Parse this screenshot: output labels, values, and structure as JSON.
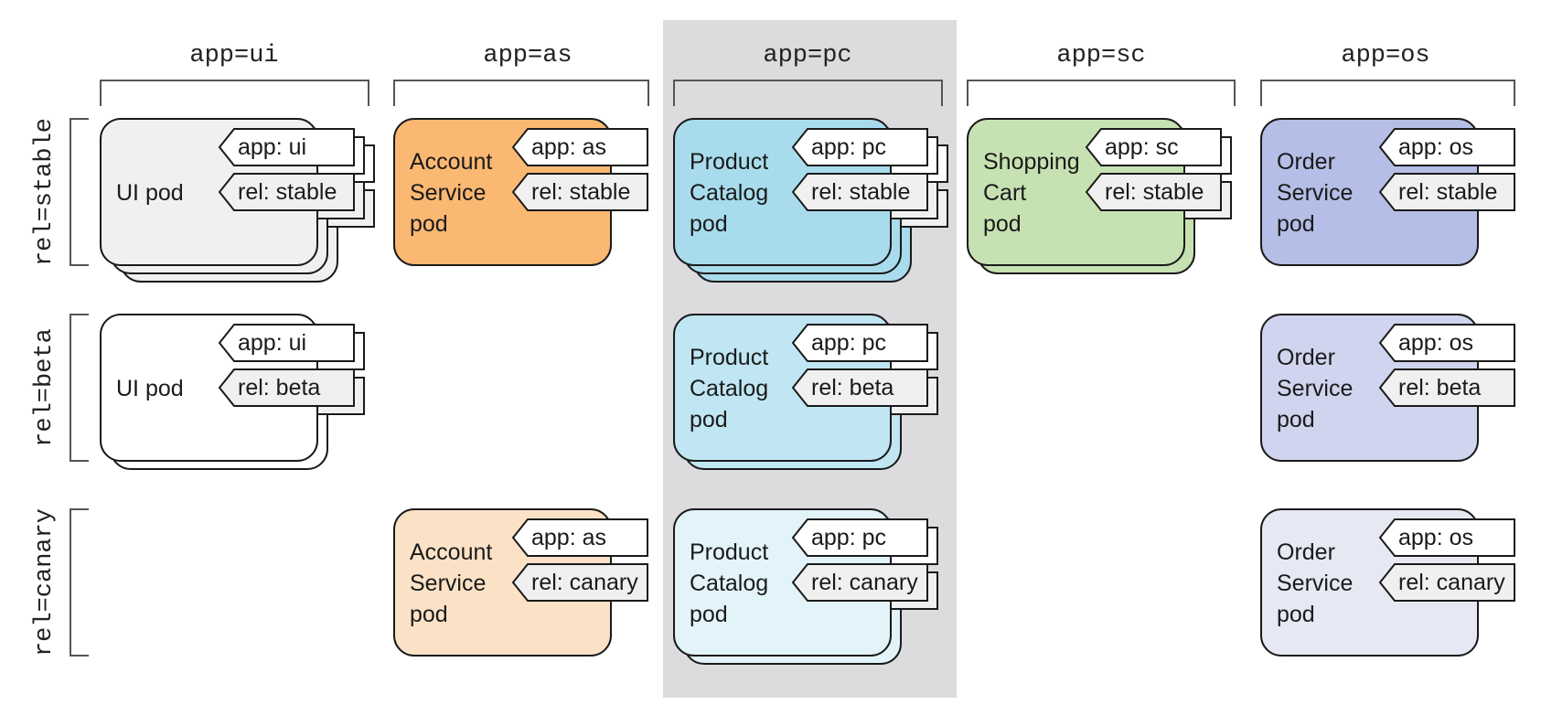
{
  "columns": [
    {
      "label": "app=ui",
      "highlight": false
    },
    {
      "label": "app=as",
      "highlight": false
    },
    {
      "label": "app=pc",
      "highlight": true
    },
    {
      "label": "app=sc",
      "highlight": false
    },
    {
      "label": "app=os",
      "highlight": false
    }
  ],
  "rows": [
    {
      "label": "rel=stable"
    },
    {
      "label": "rel=beta"
    },
    {
      "label": "rel=canary"
    }
  ],
  "colors": {
    "highlight_band": "#dcdcde",
    "ui": "#f0f0f0",
    "ui_beta": "#ffffff",
    "as_stable": "#fbb872",
    "as_canary": "#fbe2c6",
    "pc_stable": "#a8dcec",
    "pc_beta": "#bfe6f2",
    "pc_canary": "#e2f3fa",
    "sc_stable": "#c6e2b2",
    "os_stable": "#b4bee6",
    "os_beta": "#d0d4ee",
    "os_canary": "#e6e8f4",
    "tag_app": "#ffffff",
    "tag_rel": "#f0f0f0"
  },
  "pods": [
    {
      "id": "ui-stable",
      "col": 0,
      "row": 0,
      "lines": [
        "UI pod"
      ],
      "app_tag": "app: ui",
      "rel_tag": "rel: stable",
      "replicas": 3,
      "color": "ui"
    },
    {
      "id": "as-stable",
      "col": 1,
      "row": 0,
      "lines": [
        "Account",
        "Service",
        "pod"
      ],
      "app_tag": "app: as",
      "rel_tag": "rel: stable",
      "replicas": 1,
      "color": "as_stable"
    },
    {
      "id": "pc-stable",
      "col": 2,
      "row": 0,
      "lines": [
        "Product",
        "Catalog",
        "pod"
      ],
      "app_tag": "app: pc",
      "rel_tag": "rel: stable",
      "replicas": 3,
      "color": "pc_stable"
    },
    {
      "id": "sc-stable",
      "col": 3,
      "row": 0,
      "lines": [
        "Shopping",
        "Cart",
        "pod"
      ],
      "app_tag": "app: sc",
      "rel_tag": "rel: stable",
      "replicas": 2,
      "color": "sc_stable"
    },
    {
      "id": "os-stable",
      "col": 4,
      "row": 0,
      "lines": [
        "Order",
        "Service",
        "pod"
      ],
      "app_tag": "app: os",
      "rel_tag": "rel: stable",
      "replicas": 1,
      "color": "os_stable"
    },
    {
      "id": "ui-beta",
      "col": 0,
      "row": 1,
      "lines": [
        "UI pod"
      ],
      "app_tag": "app: ui",
      "rel_tag": "rel: beta",
      "replicas": 2,
      "color": "ui_beta"
    },
    {
      "id": "pc-beta",
      "col": 2,
      "row": 1,
      "lines": [
        "Product",
        "Catalog",
        "pod"
      ],
      "app_tag": "app: pc",
      "rel_tag": "rel: beta",
      "replicas": 2,
      "color": "pc_beta"
    },
    {
      "id": "os-beta",
      "col": 4,
      "row": 1,
      "lines": [
        "Order",
        "Service",
        "pod"
      ],
      "app_tag": "app: os",
      "rel_tag": "rel: beta",
      "replicas": 1,
      "color": "os_beta"
    },
    {
      "id": "as-canary",
      "col": 1,
      "row": 2,
      "lines": [
        "Account",
        "Service",
        "pod"
      ],
      "app_tag": "app: as",
      "rel_tag": "rel: canary",
      "replicas": 1,
      "color": "as_canary"
    },
    {
      "id": "pc-canary",
      "col": 2,
      "row": 2,
      "lines": [
        "Product",
        "Catalog",
        "pod"
      ],
      "app_tag": "app: pc",
      "rel_tag": "rel: canary",
      "replicas": 2,
      "color": "pc_canary"
    },
    {
      "id": "os-canary",
      "col": 4,
      "row": 2,
      "lines": [
        "Order",
        "Service",
        "pod"
      ],
      "app_tag": "app: os",
      "rel_tag": "rel: canary",
      "replicas": 1,
      "color": "os_canary"
    }
  ]
}
